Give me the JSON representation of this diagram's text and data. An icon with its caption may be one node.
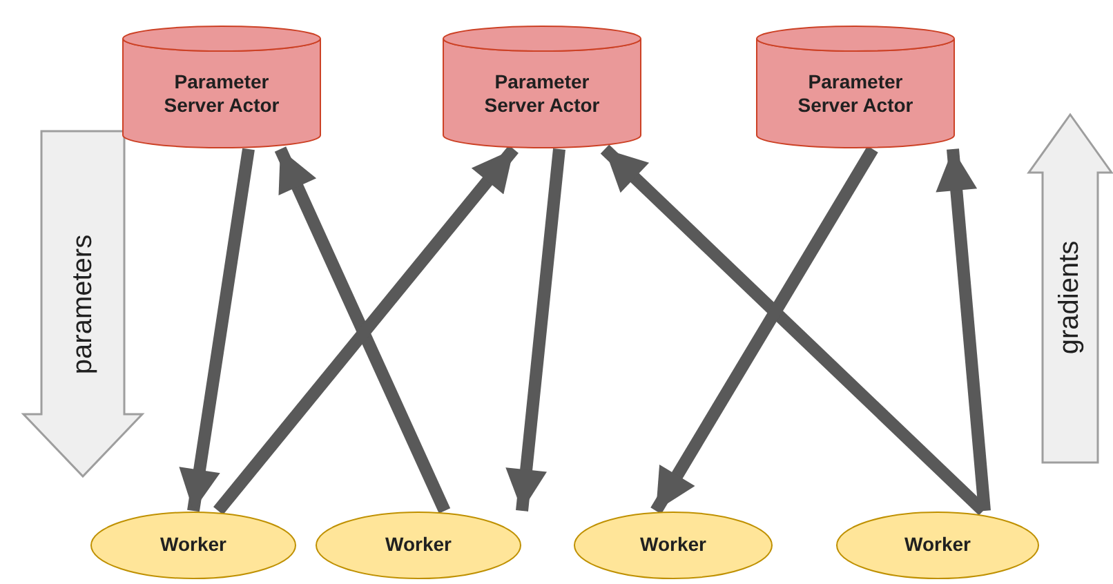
{
  "diagram": {
    "nodes": [
      {
        "text": [
          "Parameter Server Actor"
        ]
      },
      {
        "text": [
          "Parameter Server Actor"
        ]
      },
      {
        "text": [
          "Parameter Server Actor"
        ]
      },
      {
        "text": [
          "Worker"
        ]
      },
      {
        "text": [
          "Worker"
        ]
      },
      {
        "text": [
          "Worker"
        ]
      },
      {
        "text": [
          "Worker"
        ]
      }
    ],
    "edges": [
      {
        "from": 0,
        "to": 3,
        "arrow": "to"
      },
      {
        "from": 4,
        "to": 0,
        "arrow": "to"
      },
      {
        "from": 3,
        "to": 1,
        "arrow": "to"
      },
      {
        "from": 1,
        "to": 4,
        "arrow": "to"
      },
      {
        "from": 6,
        "to": 1,
        "arrow": "to"
      },
      {
        "from": 2,
        "to": 5,
        "arrow": "to"
      },
      {
        "from": 6,
        "to": 2,
        "arrow": "to"
      }
    ],
    "labels": [
      "parameters",
      "gradients"
    ]
  }
}
